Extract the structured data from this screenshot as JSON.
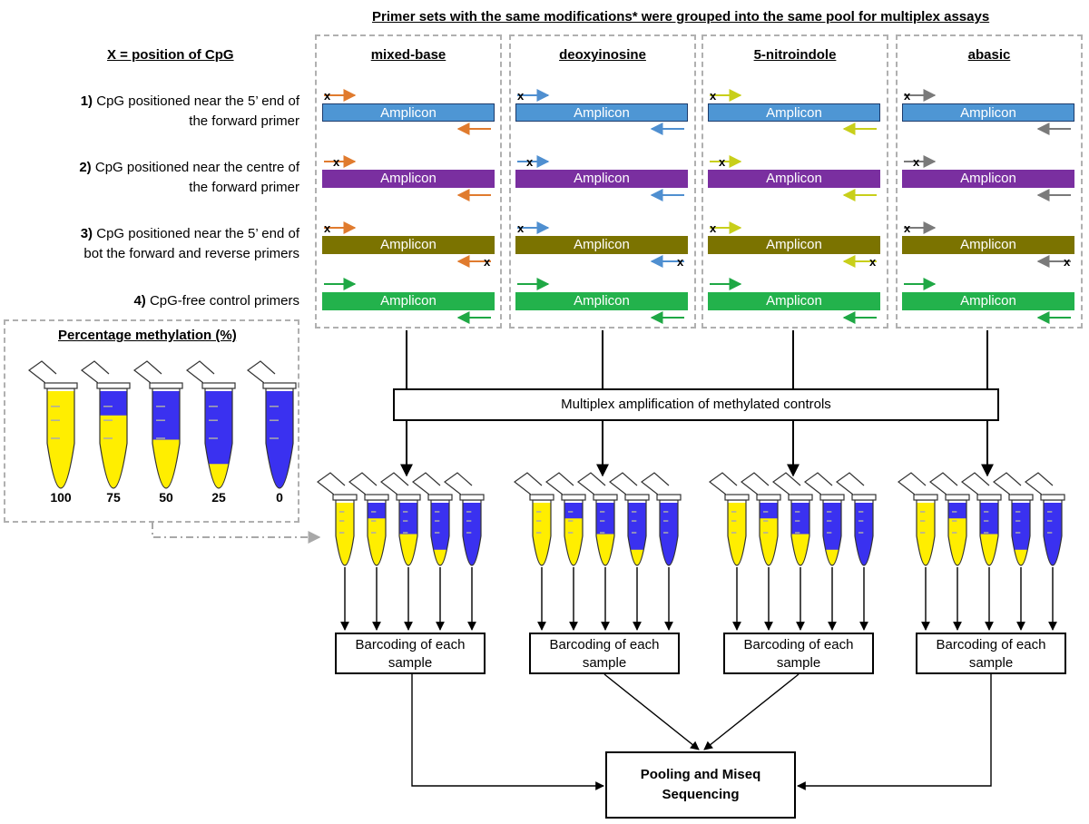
{
  "title": "Primer sets with the same modifications* were grouped into the same pool for multiplex assays",
  "legend_label": "X = position of CpG",
  "rows": [
    {
      "num": "1)",
      "line1": "CpG positioned near the 5’ end of",
      "line2": "the forward primer"
    },
    {
      "num": "2)",
      "line1": "CpG positioned near the centre of",
      "line2": "the forward primer"
    },
    {
      "num": "3)",
      "line1": "CpG positioned near the 5’ end of",
      "line2": "bot the forward and reverse primers"
    },
    {
      "num": "4)",
      "line1": "CpG-free control primers",
      "line2": ""
    }
  ],
  "modifications": [
    {
      "label": "mixed-base",
      "color": "#e07b2e"
    },
    {
      "label": "deoxyinosine",
      "color": "#4f8fd0"
    },
    {
      "label": "5-nitroindole",
      "color": "#c8cf1a"
    },
    {
      "label": "abasic",
      "color": "#7a7a7a"
    }
  ],
  "amplicon_label": "Amplicon",
  "amplicon_colors": [
    "#4e96d4",
    "#7a2fa0",
    "#7b7300",
    "#23b24c"
  ],
  "methylation_panel": {
    "title": "Percentage methylation (%)",
    "levels": [
      "100",
      "75",
      "50",
      "25",
      "0"
    ]
  },
  "multiplex_label": "Multiplex amplification of methylated controls",
  "barcoding_label": {
    "line1": "Barcoding of each",
    "line2": "sample"
  },
  "pooling_label": {
    "line1": "Pooling and Miseq",
    "line2": "Sequencing"
  },
  "colors": {
    "yellow": "#ffee00",
    "blue": "#3a31f0",
    "cpg_marker": "x"
  }
}
